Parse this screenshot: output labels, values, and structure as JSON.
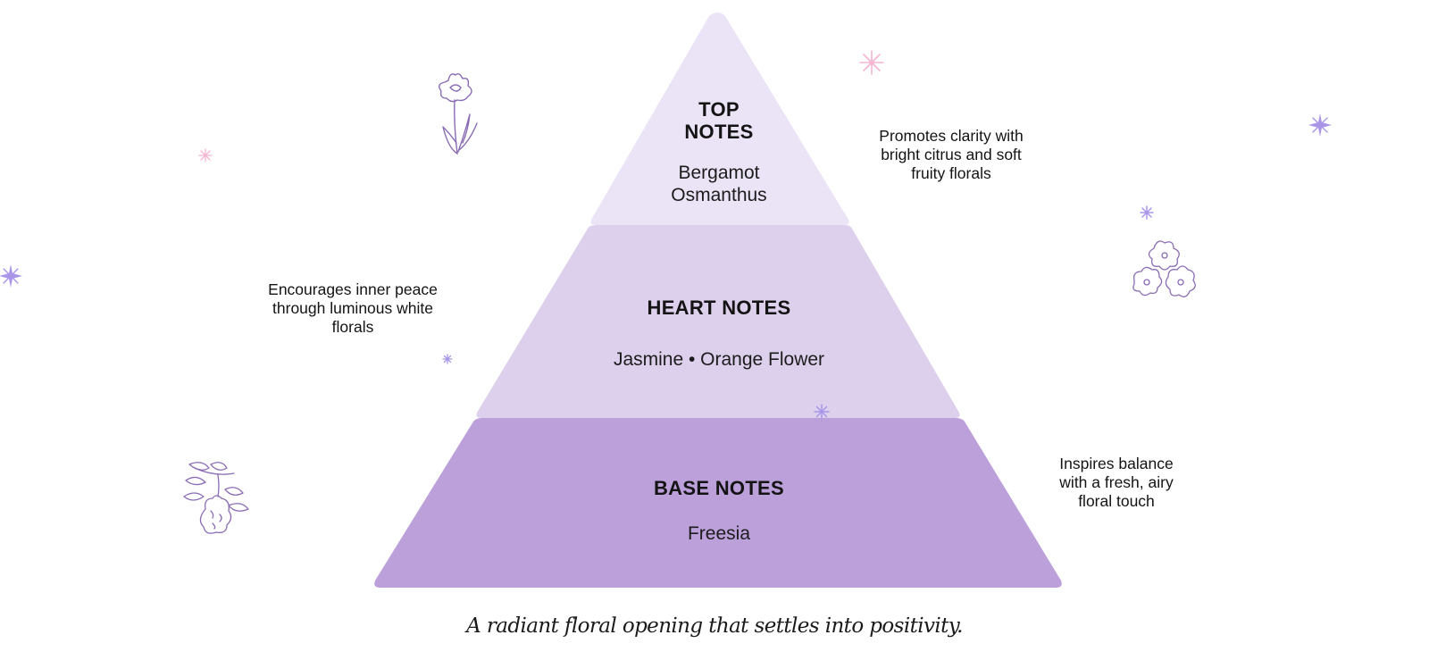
{
  "tiers": {
    "top": {
      "title": "TOP\nNOTES",
      "notes": "Bergamot\nOsmanthus",
      "description": "Promotes clarity with\nbright citrus and soft\nfruity florals"
    },
    "heart": {
      "title": "HEART NOTES",
      "notes": "Jasmine • Orange Flower",
      "description": "Encourages inner peace\nthrough luminous white\nflorals"
    },
    "base": {
      "title": "BASE NOTES",
      "notes": "Freesia",
      "description": "Inspires balance\nwith a fresh, airy\nfloral touch"
    }
  },
  "tagline": "A radiant floral opening that settles into positivity.",
  "colors": {
    "top_tier": "#ebe3f6",
    "heart_tier": "#ddd0ec",
    "base_tier": "#bba0da",
    "illustration_stroke": "#8a6cb4",
    "sparkle_purple": "#a996e8",
    "sparkle_pink": "#f4b7d3"
  },
  "decorations": [
    "crocus-flower-icon",
    "blossom-cluster-icon",
    "bergamot-fruit-icon",
    "sparkle-icon"
  ]
}
